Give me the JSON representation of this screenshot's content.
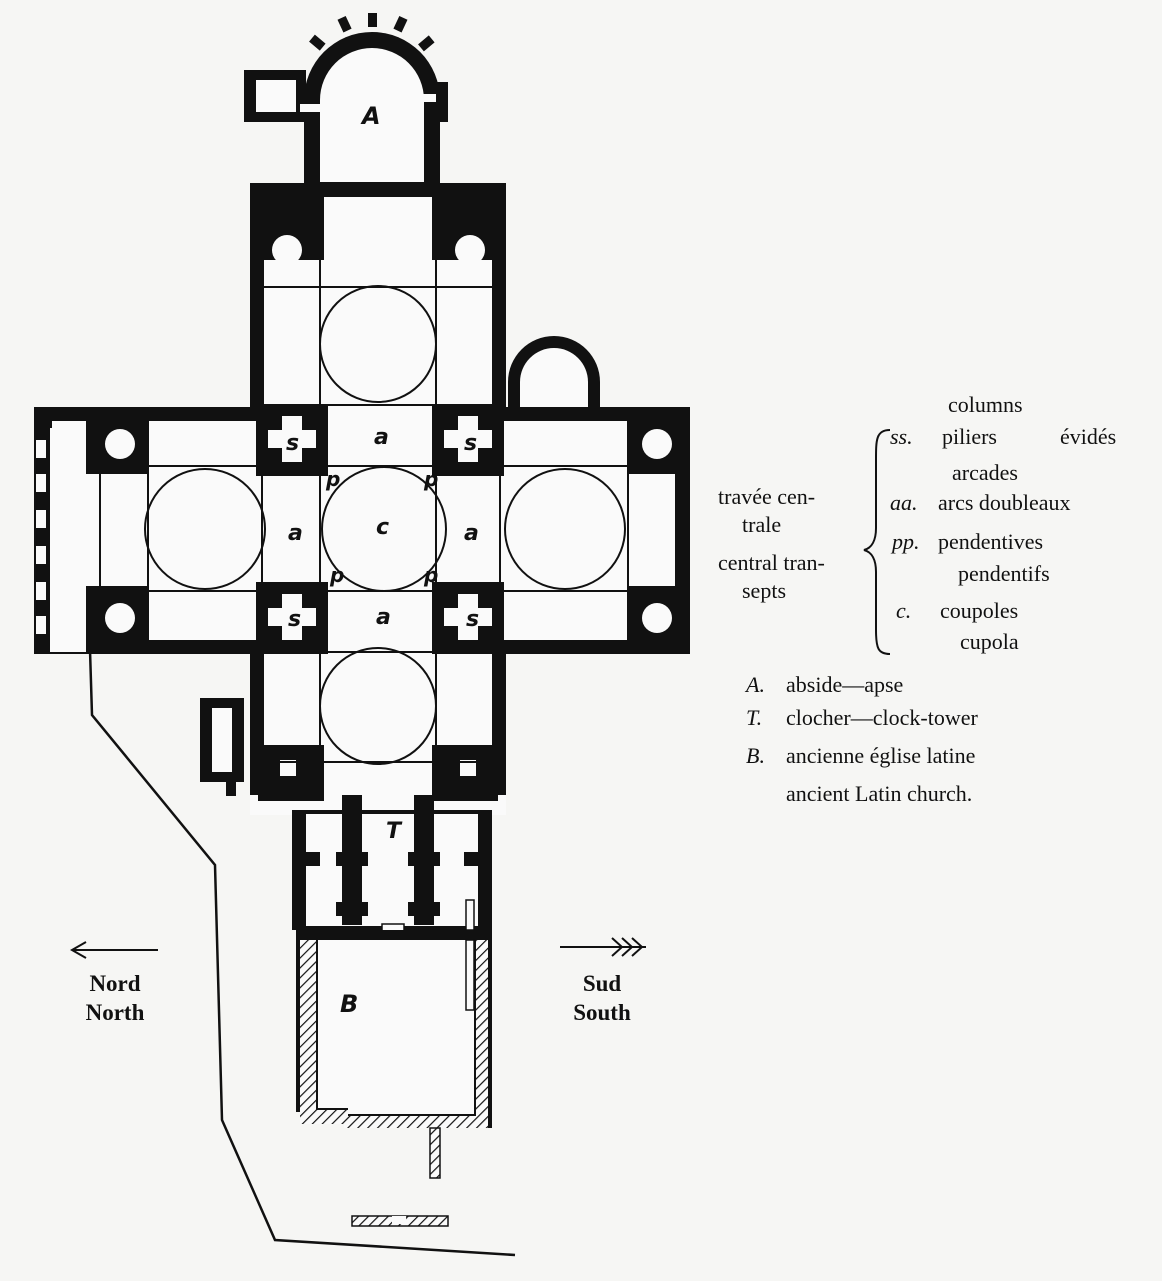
{
  "plan_labels": {
    "apse": "A",
    "cupola": "c",
    "tower": "T",
    "latin_church": "B",
    "arch": "a",
    "pier": "s",
    "pendentive": "p"
  },
  "legend": {
    "travee_1": "travée cen-",
    "travee_2": "trale",
    "transept_1": "central tran-",
    "transept_2": "septs",
    "columns": "columns",
    "ss_key": "ss.",
    "piliers": "piliers",
    "evides": "évidés",
    "arcades": "arcades",
    "aa_key": "aa.",
    "arcs": "arcs doubleaux",
    "pp_key": "pp.",
    "pendentives": "pendentives",
    "pendentifs": "pendentifs",
    "c_key": "c.",
    "coupoles": "coupoles",
    "cupola": "cupola",
    "A_key": "A.",
    "abside": "abside—apse",
    "T_key": "T.",
    "clocher": "clocher—clock-tower",
    "B_key": "B.",
    "ancienne": "ancienne église latine",
    "ancient": "ancient Latin church."
  },
  "compass": {
    "nord": "Nord",
    "north": "North",
    "sud": "Sud",
    "south": "South"
  }
}
